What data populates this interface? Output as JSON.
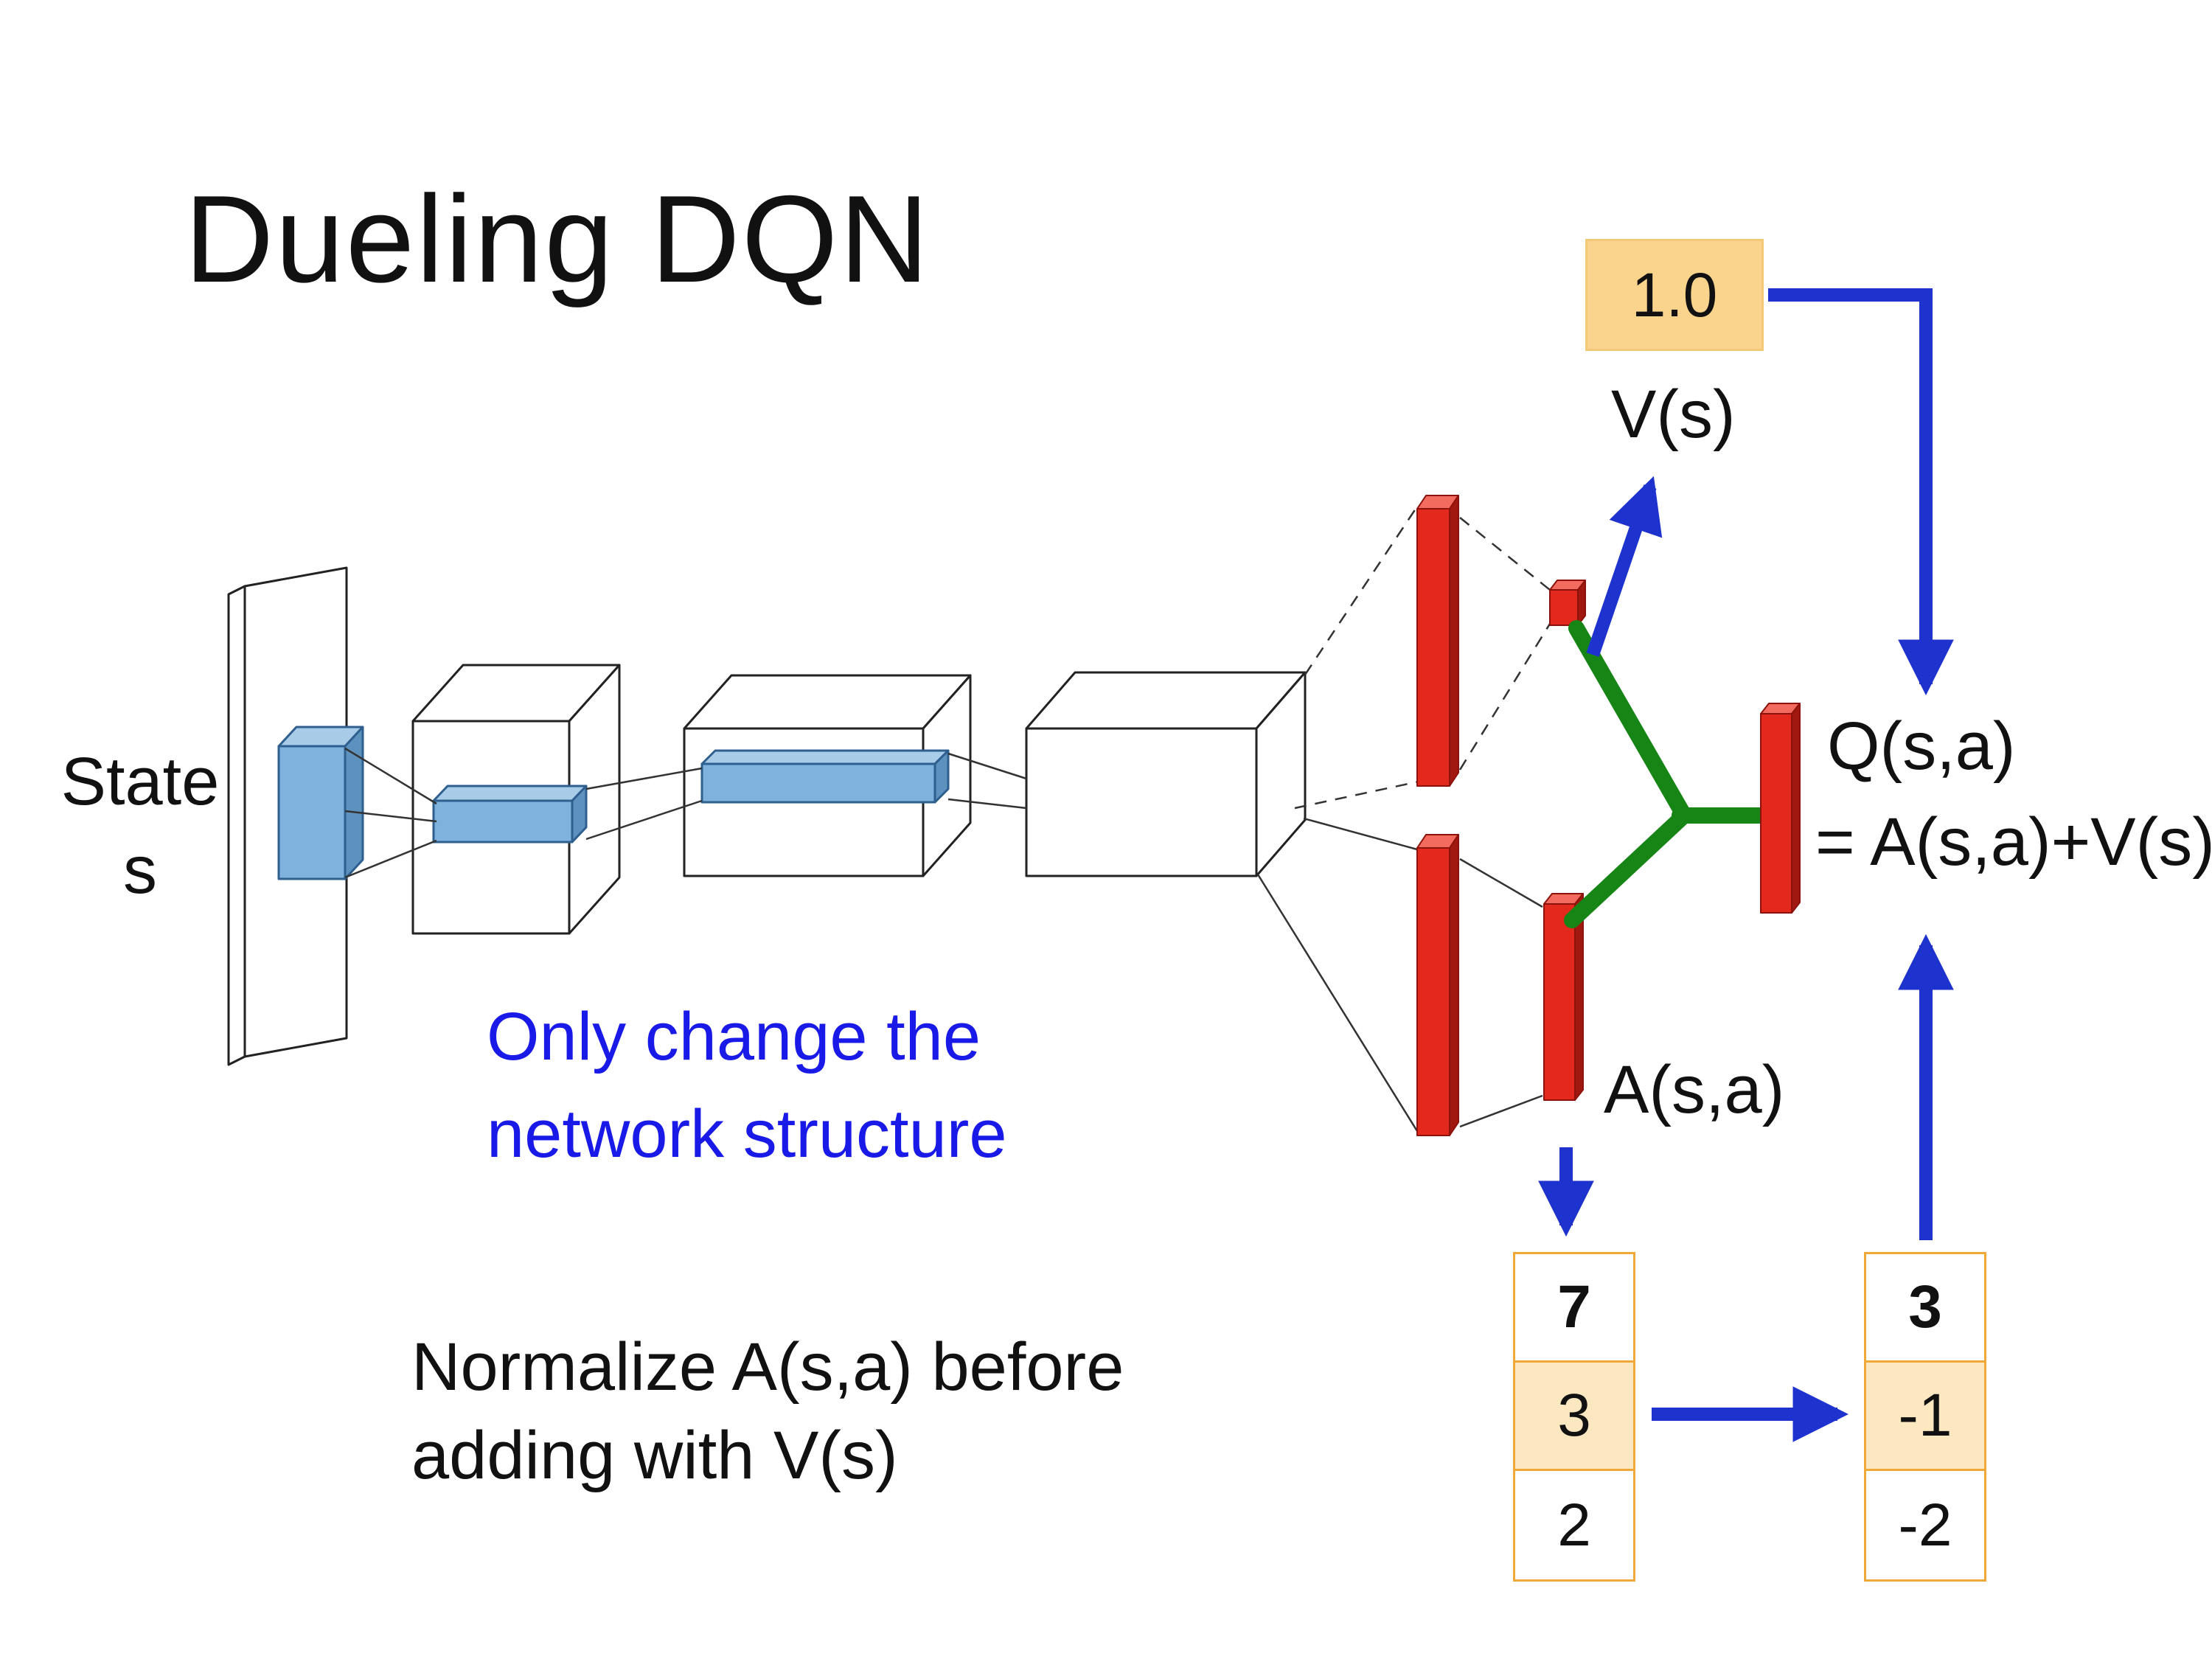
{
  "slide": {
    "title": "Dueling DQN",
    "state": {
      "line1": "State",
      "line2": "s"
    },
    "blue_note": {
      "line1": "Only change the",
      "line2": "network structure"
    },
    "normalize_note": {
      "line1": "Normalize A(s,a) before",
      "line2": "adding with V(s)"
    }
  },
  "labels": {
    "v_value": "1.0",
    "v": "V(s)",
    "a": "A(s,a)",
    "q": "Q(s,a)",
    "q_formula": "= A(s,a)+V(s)"
  },
  "tables": {
    "advantage": {
      "rows": [
        "7",
        "3",
        "2"
      ]
    },
    "normalized": {
      "rows": [
        "3",
        "-1",
        "-2"
      ]
    }
  },
  "colors": {
    "arrow_blue": "#1E32CE",
    "note_blue": "#1A1AE8",
    "merge_green": "#168516",
    "bar_red": "#E3291D",
    "conv_blue": "#7FB2DC",
    "value_box_fill": "#FAD48C",
    "table_border": "#F0A838",
    "highlight_fill": "#FBE7C0"
  }
}
